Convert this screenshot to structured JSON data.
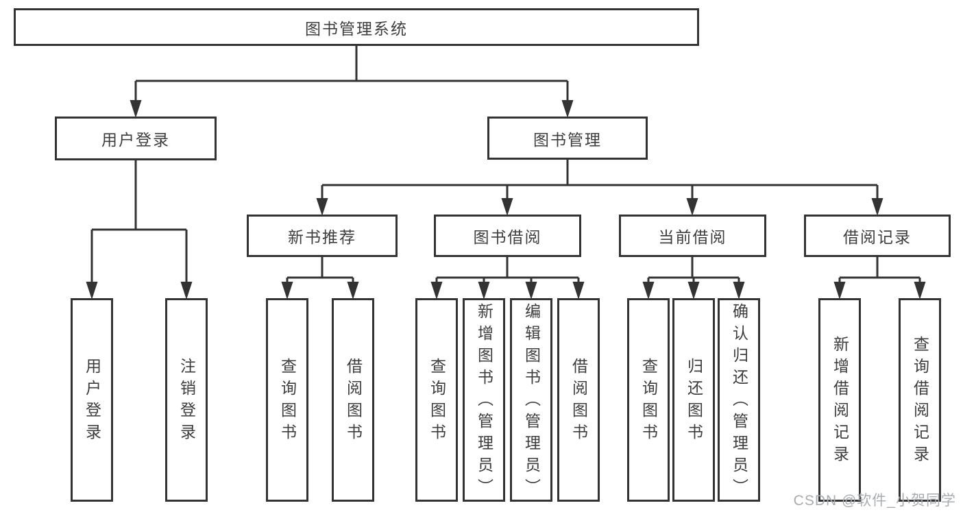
{
  "colors": {
    "line": "#333333",
    "box_border": "#333333",
    "text": "#3d3d3d",
    "background": "#ffffff",
    "watermark": "#a8acb0"
  },
  "watermark": {
    "text": "CSDN @软件_小贺同学"
  },
  "tree": {
    "label": "图书管理系统",
    "children": [
      {
        "label": "用户登录",
        "children": [
          {
            "label": "用户登录"
          },
          {
            "label": "注销登录"
          }
        ]
      },
      {
        "label": "图书管理",
        "children": [
          {
            "label": "新书推荐",
            "children": [
              {
                "label": "查询图书"
              },
              {
                "label": "借阅图书"
              }
            ]
          },
          {
            "label": "图书借阅",
            "children": [
              {
                "label": "查询图书"
              },
              {
                "label": "新增图书（管理员）"
              },
              {
                "label": "编辑图书（管理员）"
              },
              {
                "label": "借阅图书"
              }
            ]
          },
          {
            "label": "当前借阅",
            "children": [
              {
                "label": "查询图书"
              },
              {
                "label": "归还图书"
              },
              {
                "label": "确认归还（管理员）"
              }
            ]
          },
          {
            "label": "借阅记录",
            "children": [
              {
                "label": "新增借阅记录"
              },
              {
                "label": "查询借阅记录"
              }
            ]
          }
        ]
      }
    ]
  }
}
